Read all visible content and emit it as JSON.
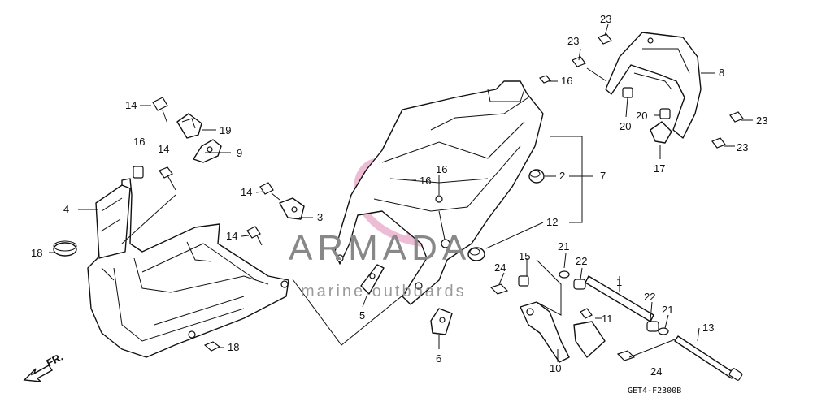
{
  "diagram": {
    "ref_code": "GET4-F2300B",
    "direction_label": "FR.",
    "callouts": [
      "1",
      "2",
      "3",
      "4",
      "5",
      "6",
      "7",
      "8",
      "9",
      "10",
      "11",
      "12",
      "13",
      "14",
      "15",
      "16",
      "17",
      "18",
      "19",
      "20",
      "21",
      "22",
      "23",
      "24"
    ]
  },
  "watermark": {
    "brand": "ARMADA",
    "tagline": "marine outboards",
    "logo_color": "#e8a8c8"
  }
}
